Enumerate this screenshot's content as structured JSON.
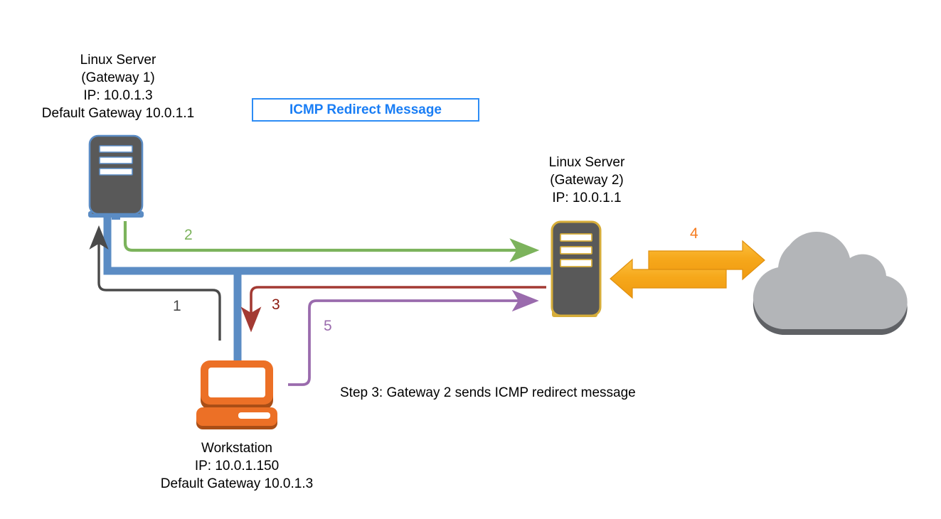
{
  "diagram": {
    "title_box": {
      "label": "ICMP Redirect Message",
      "border_color": "#2d8cf5",
      "text_color": "#1a7ef5"
    },
    "step_note": "Step 3: Gateway 2 sends ICMP redirect message",
    "nodes": {
      "gateway1": {
        "name": "gateway-1-server",
        "icon": "server-icon",
        "line1": "Linux Server",
        "line2": "(Gateway 1)",
        "line3": "IP: 10.0.1.3",
        "line4": "Default Gateway 10.0.1.1",
        "body_color": "#595959",
        "border_color": "#5b8cc4"
      },
      "gateway2": {
        "name": "gateway-2-server",
        "icon": "server-icon",
        "line1": "Linux Server",
        "line2": "(Gateway 2)",
        "line3": "IP: 10.0.1.1",
        "body_color": "#595959",
        "border_color": "#d6ad3a"
      },
      "workstation": {
        "name": "workstation",
        "icon": "desktop-computer-icon",
        "line1": "Workstation",
        "line2": "IP: 10.0.1.150",
        "line3": "Default Gateway 10.0.1.3",
        "color": "#ec7026"
      },
      "cloud": {
        "name": "internet-cloud",
        "icon": "cloud-icon",
        "color": "#b3b5b8",
        "shadow_color": "#5f6165"
      }
    },
    "flows": [
      {
        "number": "1",
        "color": "#4a4a4a",
        "description": "workstation to gateway 1"
      },
      {
        "number": "2",
        "color": "#7cb35c",
        "description": "gateway 1 to gateway 2"
      },
      {
        "number": "3",
        "color": "#a33a33",
        "description": "gateway 2 to workstation"
      },
      {
        "number": "4",
        "color": "#f5a11e",
        "description": "gateway 2 to internet, bidirectional"
      },
      {
        "number": "5",
        "color": "#9a6bad",
        "description": "workstation direct to gateway 2"
      }
    ],
    "backbone": {
      "name": "network-backbone",
      "color": "#5b8cc4"
    }
  }
}
